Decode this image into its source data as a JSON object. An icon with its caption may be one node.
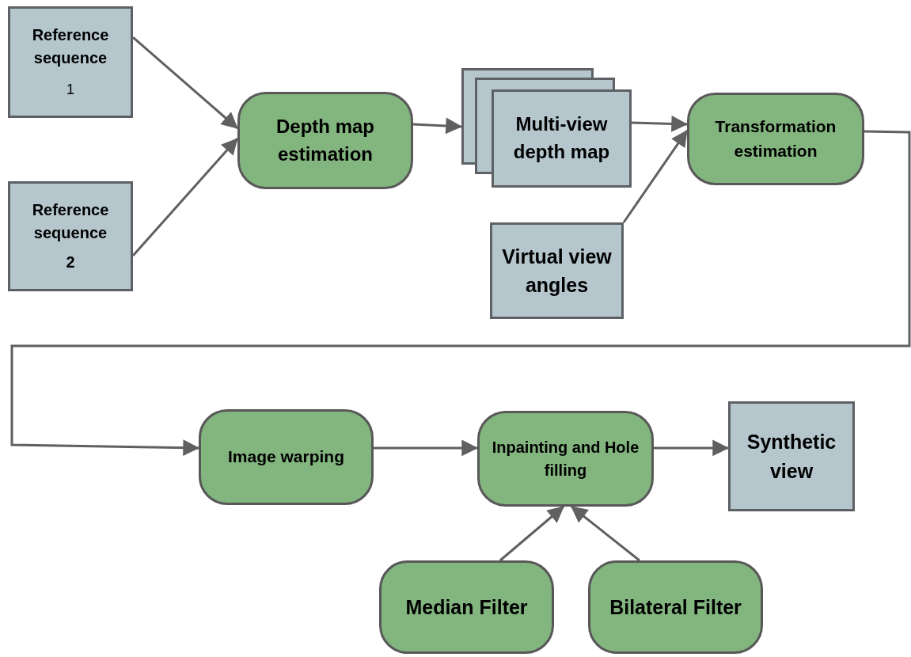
{
  "diagram": {
    "nodes": [
      {
        "text": [
          "Reference sequence",
          "1"
        ]
      },
      {
        "text": [
          "Reference sequence",
          "2"
        ]
      },
      {
        "text": [
          "Depth map estimation"
        ]
      },
      {
        "text": [
          "Multi-view depth map"
        ]
      },
      {
        "text": [
          "Transformation estimation"
        ]
      },
      {
        "text": [
          "Virtual view angles"
        ]
      },
      {
        "text": [
          "Image warping"
        ]
      },
      {
        "text": [
          "Inpainting and Hole filling"
        ]
      },
      {
        "text": [
          "Synthetic view"
        ]
      },
      {
        "text": [
          "Median Filter"
        ]
      },
      {
        "text": [
          "Bilateral Filter"
        ]
      }
    ],
    "edges": [
      {
        "from": 0,
        "to": 2,
        "arrow": "to"
      },
      {
        "from": 1,
        "to": 2,
        "arrow": "to"
      },
      {
        "from": 2,
        "to": 3,
        "arrow": "to"
      },
      {
        "from": 3,
        "to": 4,
        "arrow": "to"
      },
      {
        "from": 5,
        "to": 4,
        "arrow": "to"
      },
      {
        "from": 4,
        "to": 6,
        "arrow": "to"
      },
      {
        "from": 6,
        "to": 7,
        "arrow": "to"
      },
      {
        "from": 7,
        "to": 8,
        "arrow": "to"
      },
      {
        "from": 9,
        "to": 7,
        "arrow": "to"
      },
      {
        "from": 10,
        "to": 7,
        "arrow": "to"
      }
    ]
  }
}
